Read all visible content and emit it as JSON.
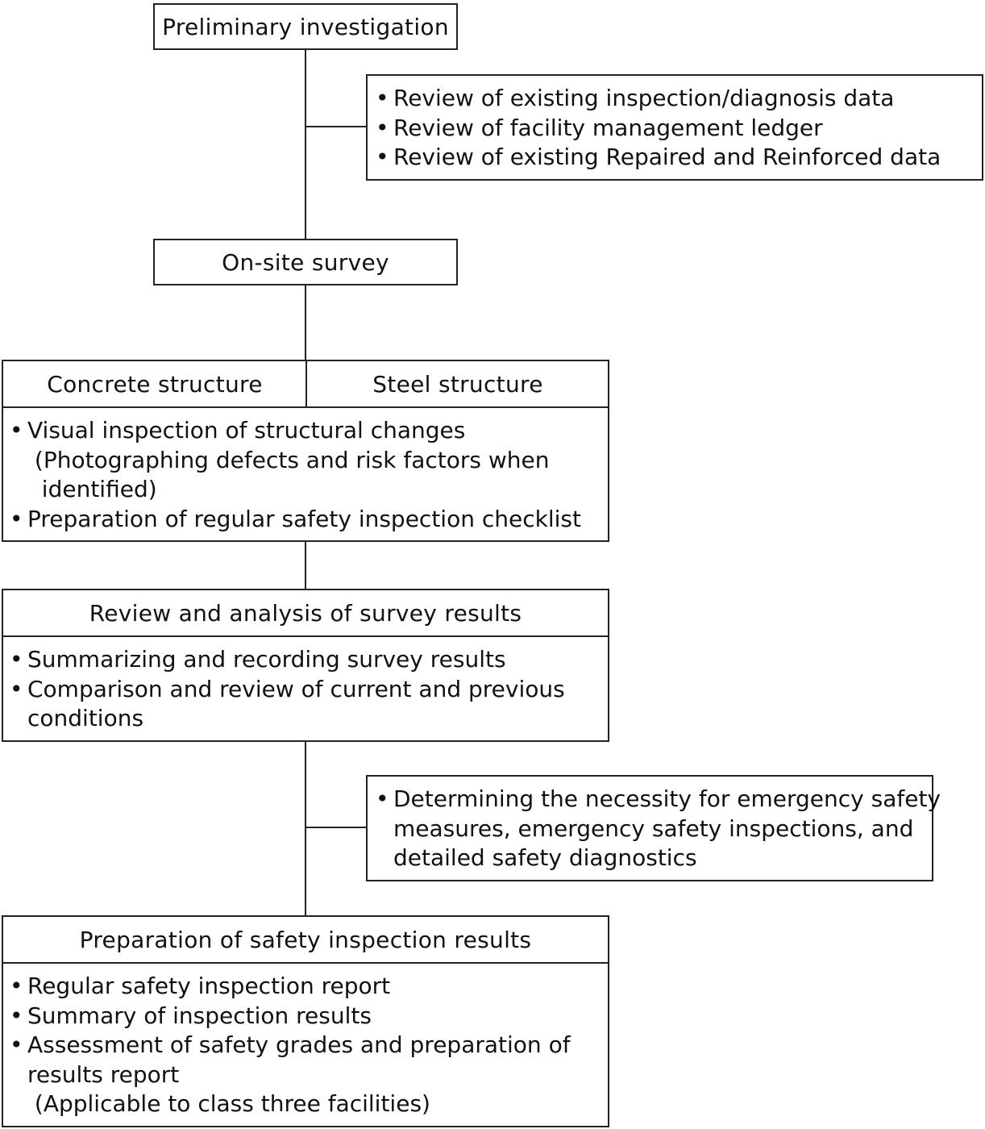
{
  "steps": {
    "preliminary": {
      "title": "Preliminary investigation",
      "side_items": [
        "Review of existing inspection/diagnosis data",
        "Review of facility management ledger",
        "Review of existing Repaired and Reinforced data"
      ]
    },
    "onsite": {
      "title": "On-site survey"
    },
    "structures": {
      "left_title": "Concrete structure",
      "right_title": "Steel structure",
      "items": [
        [
          "Visual inspection of structural changes",
          " (Photographing defects and risk factors when",
          "  identified)"
        ],
        [
          "Preparation of regular safety inspection checklist"
        ]
      ]
    },
    "review": {
      "title": "Review and analysis of survey results",
      "items": [
        [
          "Summarizing and recording survey results"
        ],
        [
          "Comparison and review of current and previous",
          "conditions"
        ]
      ],
      "side_items": [
        [
          "Determining the necessity for emergency safety",
          "measures, emergency safety inspections, and",
          "detailed safety diagnostics"
        ]
      ]
    },
    "results": {
      "title": "Preparation of safety inspection results",
      "items": [
        [
          "Regular safety inspection report"
        ],
        [
          "Summary of inspection results"
        ],
        [
          "Assessment of safety grades and preparation of",
          "results report",
          " (Applicable to class three facilities)"
        ]
      ]
    }
  },
  "bullet": "•"
}
